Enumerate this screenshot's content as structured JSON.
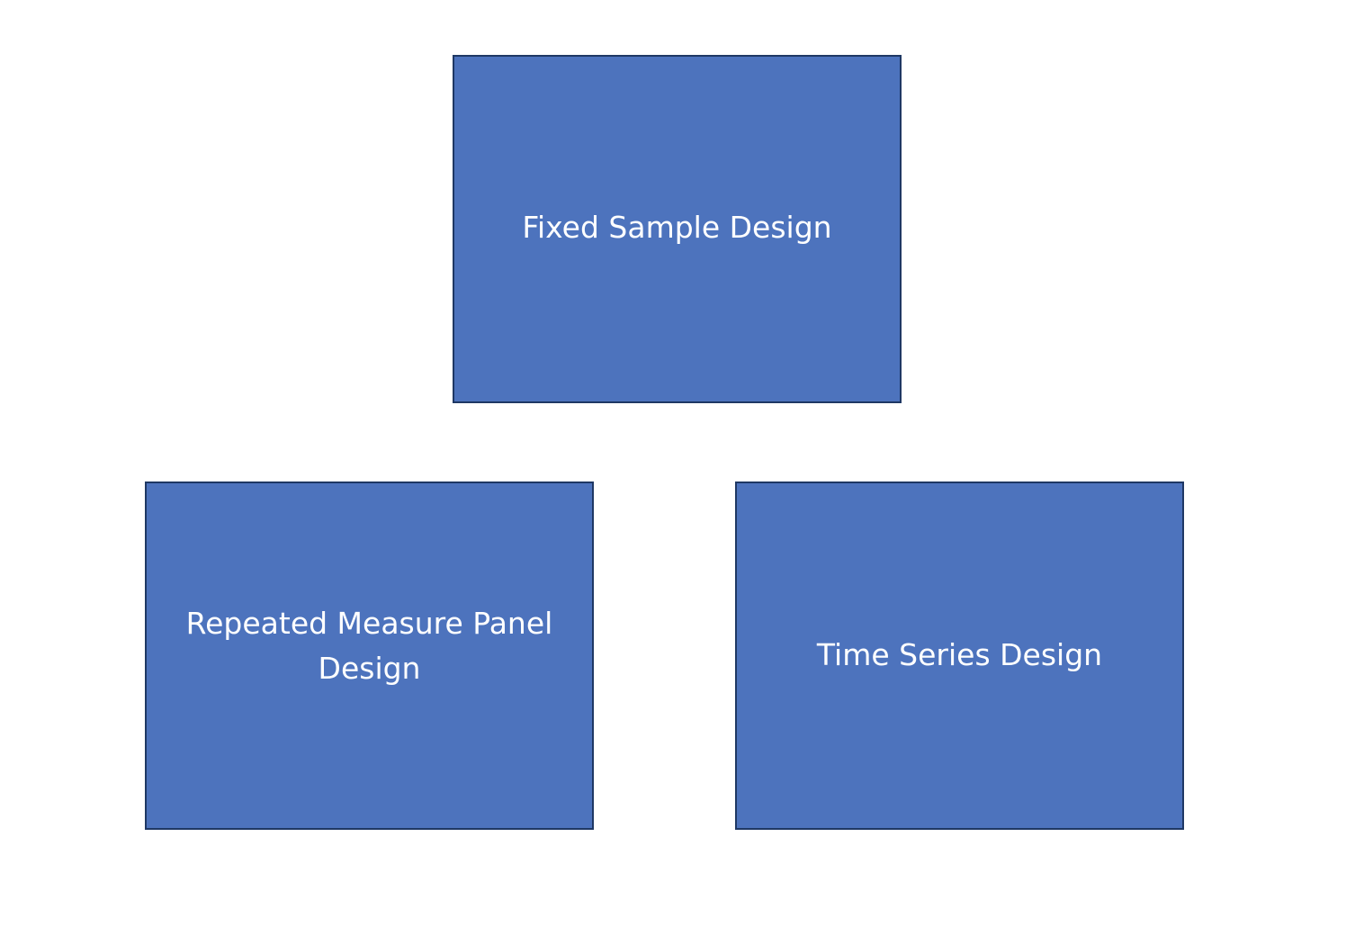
{
  "diagram": {
    "box_fill_color": "#4d73bd",
    "box_border_color": "#1f3864",
    "text_color": "#ffffff",
    "boxes": [
      {
        "id": "fixed-sample",
        "label": "Fixed Sample Design"
      },
      {
        "id": "repeated-measure",
        "label": "Repeated Measure Panel Design"
      },
      {
        "id": "time-series",
        "label": "Time Series Design"
      }
    ]
  }
}
